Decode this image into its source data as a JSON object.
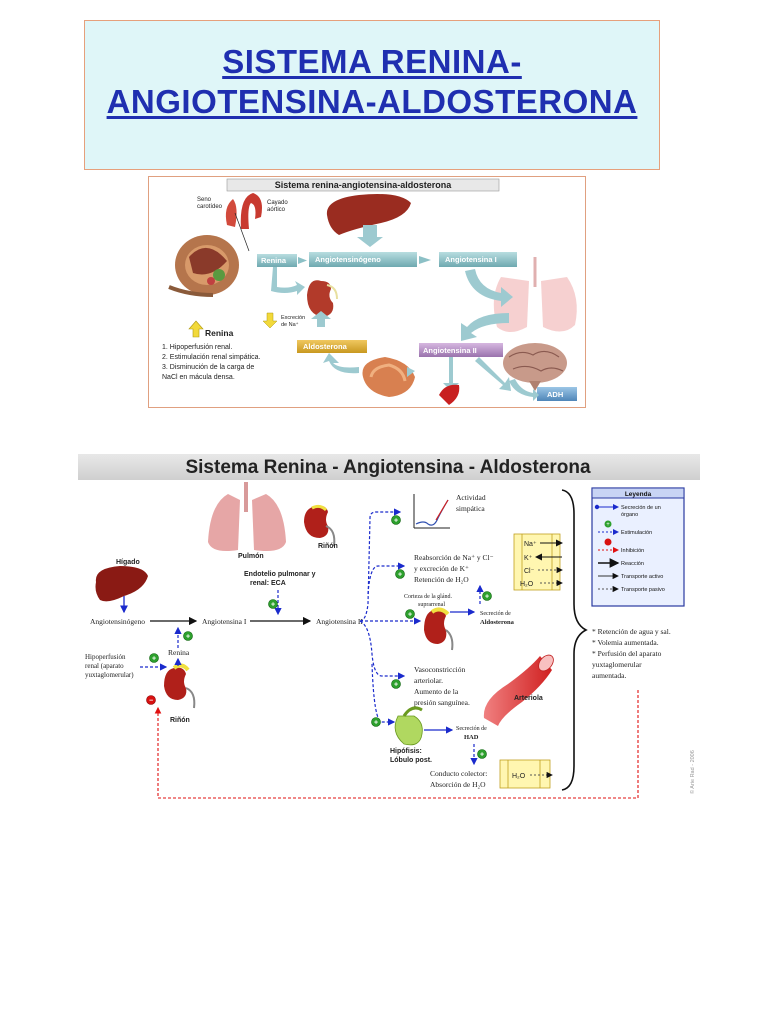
{
  "title": {
    "line1": "SISTEMA RENINA-",
    "line2": "ANGIOTENSINA-ALDOSTERONA"
  },
  "fig1": {
    "header": "Sistema renina-angiotensina-aldosterona",
    "seno": [
      "Seno",
      "carotídeo"
    ],
    "cayado": [
      "Cayado",
      "aórtico"
    ],
    "renina": "Renina",
    "angiotensinogeno": "Angiotensinógeno",
    "angiotensina1": "Angiotensina I",
    "angiotensina2": "Angiotensina II",
    "aldosterona": "Aldosterona",
    "adh": "ADH",
    "excrecion": [
      "Excreción",
      "de Na⁺"
    ],
    "renina_up": "Renina",
    "causes": [
      "1.  Hipoperfusión renal.",
      "2.  Estimulación renal simpática.",
      "3.  Disminución de la carga de",
      "     NaCl en mácula densa."
    ]
  },
  "fig2": {
    "header": "Sistema Renina - Angiotensina - Aldosterona",
    "pulmon": "Pulmón",
    "rinon_top": "Riñón",
    "higado": "Hígado",
    "endotelio": [
      "Endotelio pulmonar y",
      "renal: ECA"
    ],
    "angiotensinogeno": "Angiotensinógeno",
    "angiotensina1": "Angiotensina I",
    "angiotensina2": "Angiotensina II",
    "renina": "Renina",
    "hipoperfusion": [
      "Hipoperfusión",
      "renal (aparato",
      "yuxtaglomerular)"
    ],
    "rinon_bottom": "Riñón",
    "actividad": [
      "Actividad",
      "simpática"
    ],
    "reabsorcion": [
      "Reabsorción de Na⁺ y Cl⁻",
      "y excreción de K⁺",
      "Retención de H₂O"
    ],
    "corteza": [
      "Corteza de la glánd.",
      "suprarrenal"
    ],
    "secrecion_aldo": [
      "Secreción de",
      "Aldosterona"
    ],
    "vaso": [
      "Vasoconstricción",
      "arteriolar.",
      "Aumento de la",
      "presión sanguínea."
    ],
    "arteriola": "Arteriola",
    "hipofisis": [
      "Hipófisis:",
      "Lóbulo post."
    ],
    "secrecion_had": [
      "Secreción de",
      "HAD"
    ],
    "conducto": [
      "Conducto colector:",
      "Absorción de H₂O"
    ],
    "ions": [
      "Na⁺",
      "K⁺",
      "Cl⁻",
      "H₂O"
    ],
    "h2o": "H₂O",
    "results": [
      "* Retención de agua y sal.",
      "* Volemia aumentada.",
      "* Perfusión del aparato",
      "  yuxtaglomerular",
      "  aumentada."
    ],
    "legend": {
      "title": "Leyenda",
      "items": [
        "Secreción de un órgano",
        "Estimulación",
        "Inhibición",
        "Reacción",
        "Transporte activo",
        "Transporte pasivo"
      ],
      "item1b": "órgano"
    },
    "copyright": "© Arie Rad - 2006"
  }
}
